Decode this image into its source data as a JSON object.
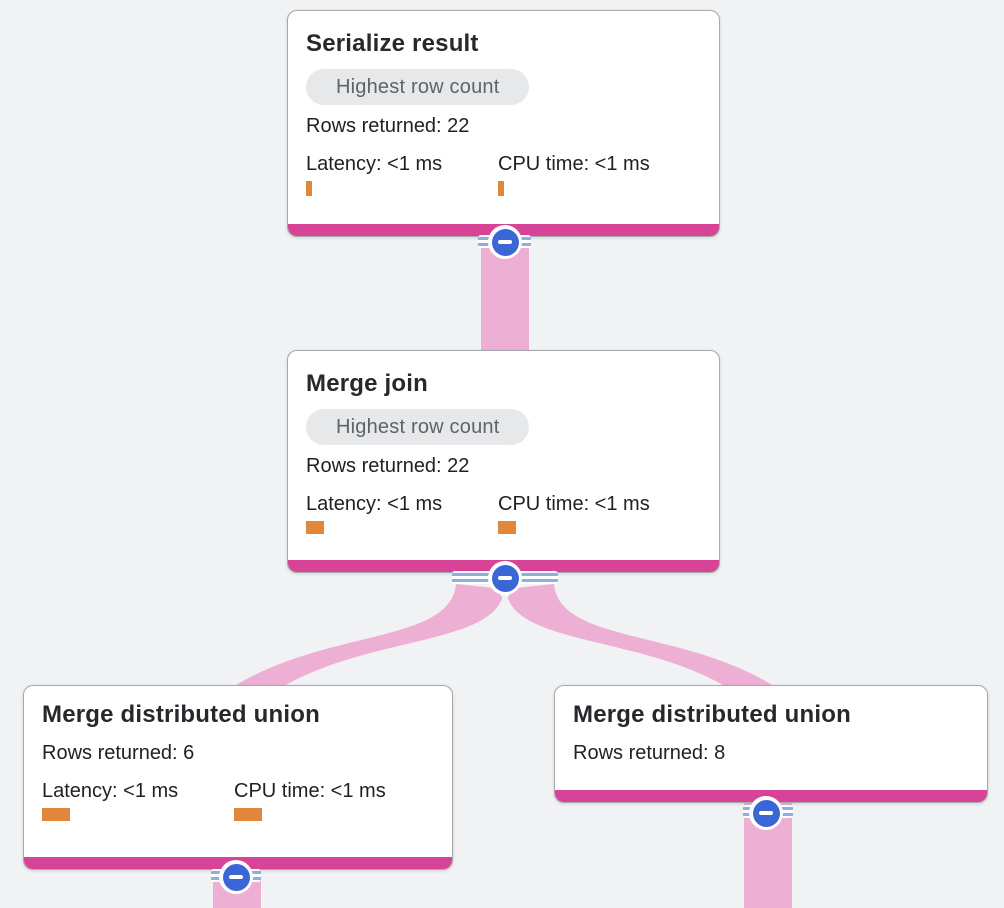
{
  "colors": {
    "background": "#f1f2f4",
    "accent_magenta": "#d74397",
    "ribbon_pink": "#edafd3",
    "bar_orange": "#e0873c",
    "button_blue": "#3b67d6",
    "stripe_blue": "#8fade3",
    "badge_bg": "#e7e8ea",
    "badge_text": "#5f6368"
  },
  "nodes": [
    {
      "title": "Serialize result",
      "badge": "Highest row count",
      "rows_text": "Rows returned: 22",
      "latency_label": "Latency: <1 ms",
      "cpu_label": "CPU time: <1 ms",
      "latency_bar_width": 6,
      "cpu_bar_width": 6
    },
    {
      "title": "Merge join",
      "badge": "Highest row count",
      "rows_text": "Rows returned: 22",
      "latency_label": "Latency: <1 ms",
      "cpu_label": "CPU time: <1 ms",
      "latency_bar_width": 18,
      "cpu_bar_width": 18
    },
    {
      "title": "Merge distributed union",
      "rows_text": "Rows returned: 6",
      "latency_label": "Latency: <1 ms",
      "cpu_label": "CPU time: <1 ms",
      "latency_bar_width": 28,
      "cpu_bar_width": 28
    },
    {
      "title": "Merge distributed union",
      "rows_text": "Rows returned: 8"
    }
  ],
  "edges": [
    {
      "source": "Merge join",
      "target": "Serialize result"
    },
    {
      "source": "Merge distributed union (left)",
      "target": "Merge join"
    },
    {
      "source": "Merge distributed union (right)",
      "target": "Merge join"
    },
    {
      "source": "offscreen child",
      "target": "Merge distributed union (left)"
    },
    {
      "source": "offscreen child",
      "target": "Merge distributed union (right)"
    }
  ],
  "collapse_button": {
    "symbol": "minus"
  }
}
